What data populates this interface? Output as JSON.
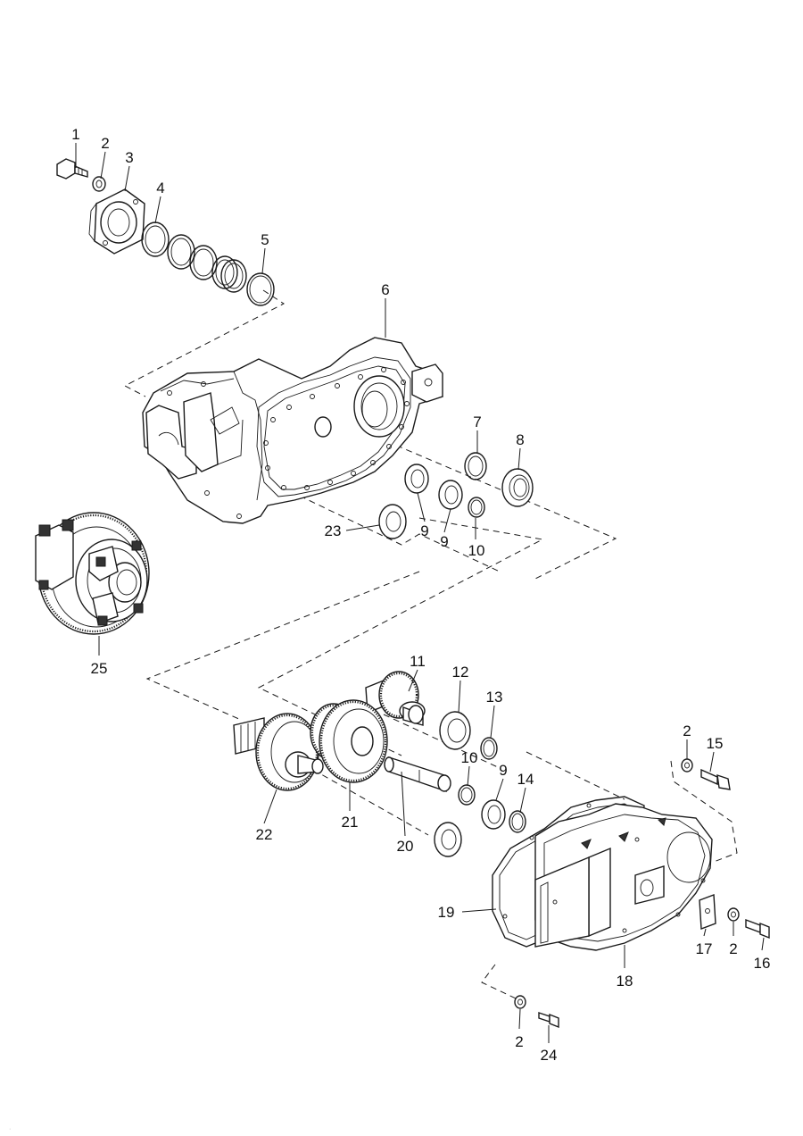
{
  "diagram": {
    "type": "exploded parts view",
    "corner_mark": "·",
    "callouts": [
      {
        "id": "c1",
        "text": "1"
      },
      {
        "id": "c2a",
        "text": "2"
      },
      {
        "id": "c3",
        "text": "3"
      },
      {
        "id": "c4",
        "text": "4"
      },
      {
        "id": "c5",
        "text": "5"
      },
      {
        "id": "c6",
        "text": "6"
      },
      {
        "id": "c7",
        "text": "7"
      },
      {
        "id": "c8",
        "text": "8"
      },
      {
        "id": "c23",
        "text": "23"
      },
      {
        "id": "c9a",
        "text": "9"
      },
      {
        "id": "c9b",
        "text": "9"
      },
      {
        "id": "c10a",
        "text": "10"
      },
      {
        "id": "c25",
        "text": "25"
      },
      {
        "id": "c11",
        "text": "11"
      },
      {
        "id": "c12",
        "text": "12"
      },
      {
        "id": "c13",
        "text": "13"
      },
      {
        "id": "c10b",
        "text": "10"
      },
      {
        "id": "c9c",
        "text": "9"
      },
      {
        "id": "c14",
        "text": "14"
      },
      {
        "id": "c22",
        "text": "22"
      },
      {
        "id": "c21",
        "text": "21"
      },
      {
        "id": "c20",
        "text": "20"
      },
      {
        "id": "c2b",
        "text": "2"
      },
      {
        "id": "c15",
        "text": "15"
      },
      {
        "id": "c19",
        "text": "19"
      },
      {
        "id": "c17",
        "text": "17"
      },
      {
        "id": "c2c",
        "text": "2"
      },
      {
        "id": "c16",
        "text": "16"
      },
      {
        "id": "c18",
        "text": "18"
      },
      {
        "id": "c2d",
        "text": "2"
      },
      {
        "id": "c24",
        "text": "24"
      }
    ]
  }
}
